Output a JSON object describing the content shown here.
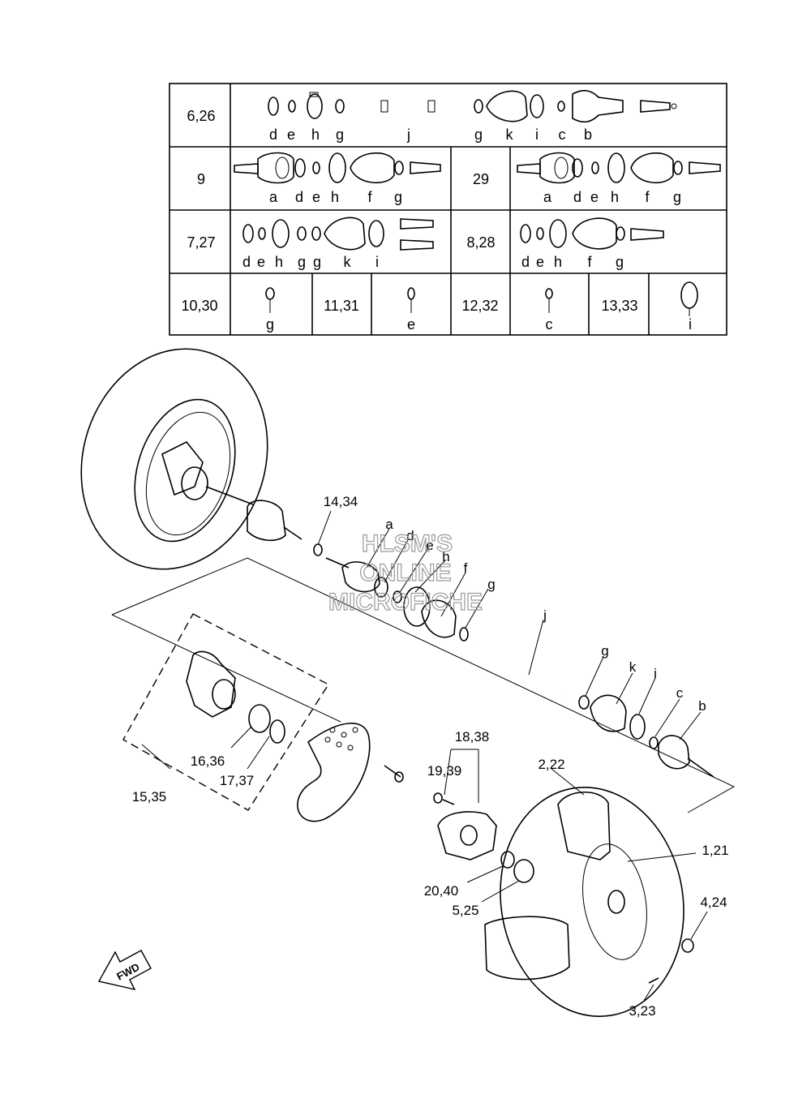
{
  "table": {
    "rows": [
      {
        "cells": [
          {
            "ref": "6,26",
            "letters": [
              "d",
              "e",
              "h",
              "g",
              "j",
              "g",
              "k",
              "i",
              "c",
              "b"
            ]
          }
        ]
      },
      {
        "cells": [
          {
            "ref": "9",
            "letters": [
              "a",
              "d",
              "e",
              "h",
              "f",
              "g"
            ]
          },
          {
            "ref": "29",
            "letters": [
              "a",
              "d",
              "e",
              "h",
              "f",
              "g"
            ]
          }
        ]
      },
      {
        "cells": [
          {
            "ref": "7,27",
            "letters": [
              "d",
              "e",
              "h",
              "g",
              "g",
              "k",
              "i"
            ]
          },
          {
            "ref": "8,28",
            "letters": [
              "d",
              "e",
              "h",
              "f",
              "g"
            ]
          }
        ]
      },
      {
        "cells": [
          {
            "ref": "10,30",
            "letters": [
              "g"
            ]
          },
          {
            "ref": "11,31",
            "letters": [
              "e"
            ]
          },
          {
            "ref": "12,32",
            "letters": [
              "c"
            ]
          },
          {
            "ref": "13,33",
            "letters": [
              "i"
            ]
          }
        ]
      }
    ]
  },
  "callouts": {
    "c14_34": "14,34",
    "a": "a",
    "d": "d",
    "e": "e",
    "h": "h",
    "f": "f",
    "g1": "g",
    "j": "j",
    "g2": "g",
    "k": "k",
    "i": "i",
    "c": "c",
    "b": "b",
    "c16_36": "16,36",
    "c17_37": "17,37",
    "c15_35": "15,35",
    "c18_38": "18,38",
    "c19_39": "19,39",
    "c2_22": "2,22",
    "c1_21": "1,21",
    "c4_24": "4,24",
    "c20_40": "20,40",
    "c5_25": "5,25",
    "c3_23": "3,23"
  },
  "watermark": {
    "line1": "HLSM'S",
    "line2": "ONLINE",
    "line3": "MICROFICHE"
  },
  "fwd_label": "FWD",
  "icons": [
    "fwd-arrow-icon"
  ]
}
